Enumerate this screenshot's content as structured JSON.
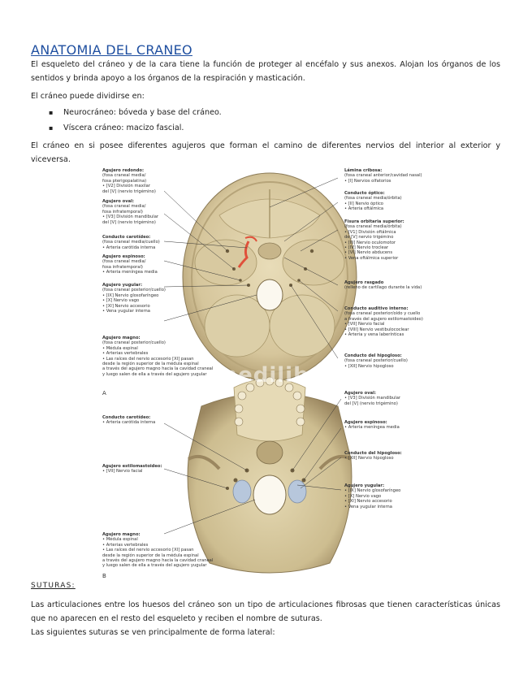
{
  "title": "ANATOMIA DEL CRANEO",
  "intro": "El esqueleto del cráneo y de la cara tiene la función de proteger al encéfalo y sus anexos. Alojan los órganos de los sentidos y brinda apoyo a los órganos de la respiración y masticación.",
  "divide_intro": "El cráneo puede dividirse en:",
  "bullets": [
    "Neurocráneo: bóveda y base del cráneo.",
    "Víscera cráneo: macizo fascial."
  ],
  "holes_text": "El cráneo en si posee diferentes agujeros que forman el camino de diferentes nervios del interior al exterior y viceversa.",
  "figure": {
    "watermark": "medilibros.com",
    "panel_a": "A",
    "panel_b": "B",
    "labels_a_left": [
      {
        "name": "Agujero redondo:",
        "lines": [
          "(fosa craneal media/",
          "fosa pterigopalatina)",
          "• [V2] División maxilar",
          "del [V] (nervio trigémino)"
        ]
      },
      {
        "name": "Agujero oval:",
        "lines": [
          "(fosa craneal media/",
          "fosa infratemporal)",
          "• [V3] División mandibular",
          "del [V] (nervio trigémino)"
        ]
      },
      {
        "name": "Conducto carotídeo:",
        "lines": [
          "(fosa craneal media/cuello)",
          "• Arteria carótida interna"
        ]
      },
      {
        "name": "Agujero espinoso:",
        "lines": [
          "(fosa craneal media/",
          "fosa infratemporal)",
          "• Arteria meníngea media"
        ]
      },
      {
        "name": "Agujero yugular:",
        "lines": [
          "(fosa craneal posterior/cuello)",
          "• [IX] Nervio glosofaríngeo",
          "• [X] Nervio vago",
          "• [XI] Nervio accesorio",
          "• Vena yugular interna"
        ]
      },
      {
        "name": "Agujero magno:",
        "lines": [
          "(fosa craneal posterior/cuello)",
          "• Médula espinal",
          "• Arterias vertebrales",
          "• Las raíces del nervio accesorio [XI] pasan",
          "desde la región superior de la médula espinal",
          "a través del agujero magno hacia la cavidad craneal",
          "y luego salen de ella a través del agujero yugular"
        ]
      }
    ],
    "labels_a_right": [
      {
        "name": "Lámina cribosa:",
        "lines": [
          "(fosa craneal anterior/cavidad nasal)",
          "• [I] Nervios olfatorios"
        ]
      },
      {
        "name": "Conducto óptico:",
        "lines": [
          "(fosa craneal media/órbita)",
          "• [II] Nervio óptico",
          "• Arteria oftálmica"
        ]
      },
      {
        "name": "Fisura orbitaria superior:",
        "lines": [
          "(fosa craneal media/órbita)",
          "• [V1] División oftálmica",
          "de [V] nervio trigémino",
          "• [III] Nervio oculomotor",
          "• [IV] Nervio troclear",
          "• [VI] Nervio abducens",
          "• Vena oftálmica superior"
        ]
      },
      {
        "name": "Agujero rasgado",
        "lines": [
          "(relleno de cartílago durante la vida)"
        ]
      },
      {
        "name": "Conducto auditivo interno:",
        "lines": [
          "(fosa craneal posterior/oído y cuello",
          "a través del agujero estilomastoideo)",
          "• [VII] Nervio facial",
          "• [VIII] Nervio vestibulococlear",
          "• Arteria y vena laberínticas"
        ]
      },
      {
        "name": "Conducto del hipogloso:",
        "lines": [
          "(fosa craneal posterior/cuello)",
          "• [XII] Nervio hipogloso"
        ]
      }
    ],
    "labels_b_left": [
      {
        "name": "Conducto carotídeo:",
        "lines": [
          "• Arteria carótida interna"
        ]
      },
      {
        "name": "Agujero estilomastoideo:",
        "lines": [
          "• [VII] Nervio facial"
        ]
      },
      {
        "name": "Agujero magno:",
        "lines": [
          "• Médula espinal",
          "• Arterias vertebrales",
          "• Las raíces del nervio accesorio [XI] pasan",
          "desde la región superior de la médula espinal",
          "a través del agujero magno hacia la cavidad craneal",
          "y luego salen de ella a través del agujero yugular"
        ]
      }
    ],
    "labels_b_right": [
      {
        "name": "Agujero oval:",
        "lines": [
          "• [V3] División mandibular",
          "del [V] (nervio trigémino)"
        ]
      },
      {
        "name": "Agujero espinoso:",
        "lines": [
          "• Arteria meníngea media"
        ]
      },
      {
        "name": "Conducto del hipogloso:",
        "lines": [
          "• [XII] Nervio hipogloso"
        ]
      },
      {
        "name": "Agujero yugular:",
        "lines": [
          "• [IX] Nervio glosofaríngeo",
          "• [X] Nervio vago",
          "• [XI] Nervio accesorio",
          "• Vena yugular interna"
        ]
      }
    ]
  },
  "sutures_heading": "SUTURAS:",
  "sutures_text": "Las articulaciones entre los huesos del cráneo son un tipo de articulaciones fibrosas que tienen características únicas que no aparecen en el resto del esqueleto y reciben el nombre de suturas.",
  "lateral_text": "Las siguientes suturas se ven principalmente de forma lateral:",
  "colors": {
    "title": "#1f4fa0",
    "bone": "#d9cca6",
    "bone_dark": "#a8976a",
    "artery": "#e0503a",
    "fossa_blue": "#b7c7dc"
  }
}
